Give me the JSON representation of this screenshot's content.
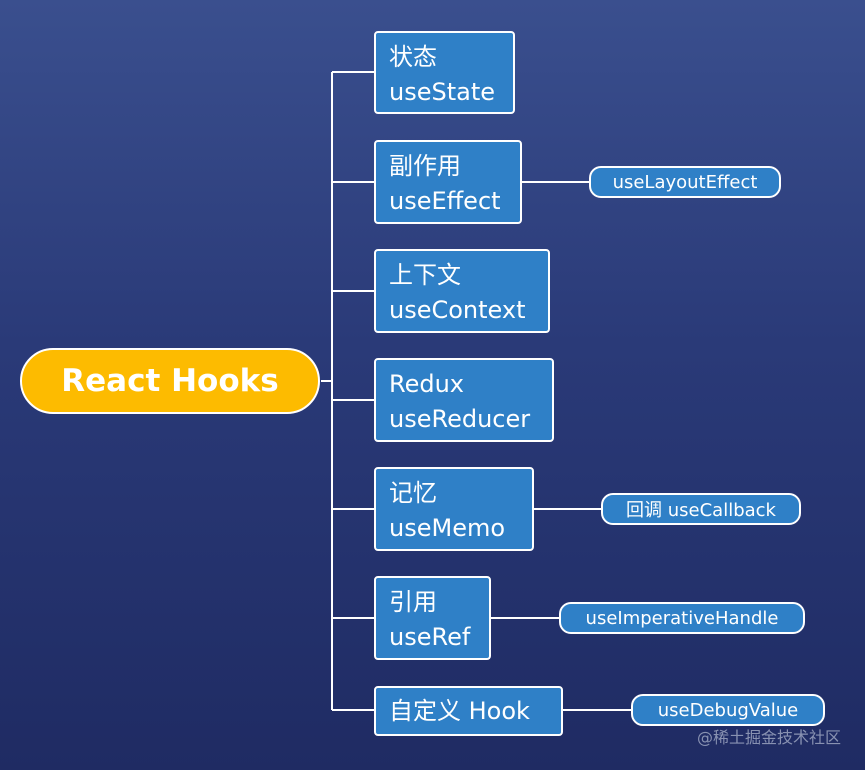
{
  "root": {
    "label": "React Hooks"
  },
  "hooks": [
    {
      "title": "状态",
      "api": "useState"
    },
    {
      "title": "副作用",
      "api": "useEffect",
      "child": "useLayoutEffect"
    },
    {
      "title": "上下文",
      "api": "useContext"
    },
    {
      "title": "Redux",
      "api": "useReducer"
    },
    {
      "title": "记忆",
      "api": "useMemo",
      "child": "回调 useCallback"
    },
    {
      "title": "引用",
      "api": "useRef",
      "child": "useImperativeHandle"
    },
    {
      "title": "自定义 Hook",
      "child": "useDebugValue"
    }
  ],
  "watermark": "@稀土掘金技术社区",
  "colors": {
    "root_fill": "#fdbb00",
    "node_fill": "#2f80c7",
    "stroke": "#ffffff"
  }
}
